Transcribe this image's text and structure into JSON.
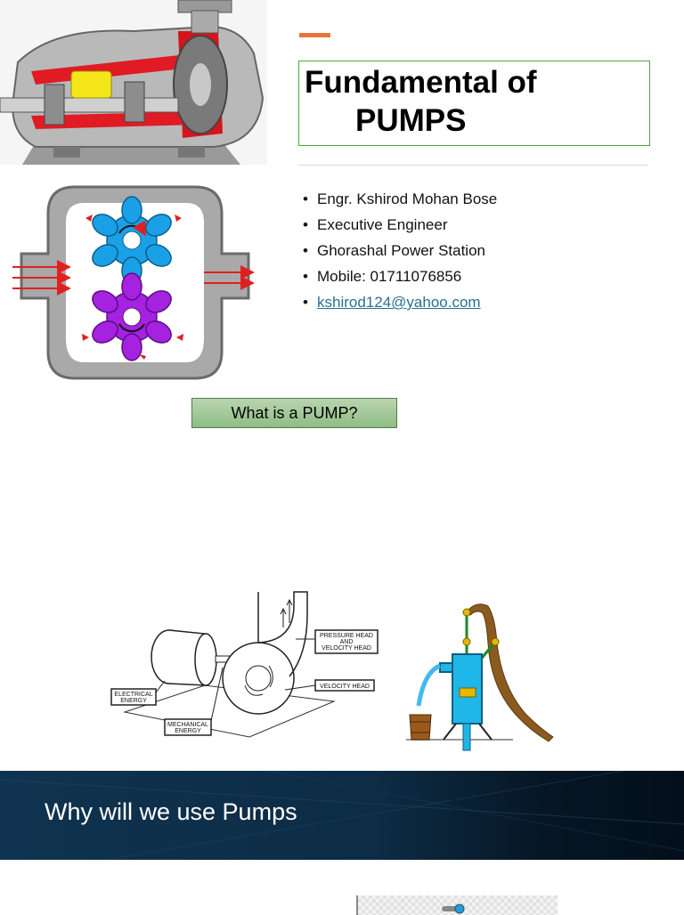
{
  "slide1": {
    "title_line1": "Fundamental of",
    "title_line2": "PUMPS",
    "author": [
      "Engr. Kshirod Mohan Bose",
      "Executive Engineer",
      "Ghorashal Power Station",
      "Mobile: 01711076856"
    ],
    "email": "kshirod124@yahoo.com",
    "question_button": "What is a PUMP?"
  },
  "slide2": {
    "diagram_labels": {
      "pressure_head_1": "PRESSURE HEAD",
      "pressure_head_2": "AND",
      "pressure_head_3": "VELOCITY HEAD",
      "velocity_head": "VELOCITY HEAD",
      "electrical_1": "ELECTRICAL",
      "electrical_2": "ENERGY",
      "mechanical_1": "MECHANICAL",
      "mechanical_2": "ENERGY"
    }
  },
  "slide3": {
    "banner_title": "Why will we use Pumps"
  },
  "colors": {
    "accent": "#e8743b",
    "title_border": "#4aa83a",
    "link": "#2c6f91",
    "banner": "#0f3350"
  }
}
